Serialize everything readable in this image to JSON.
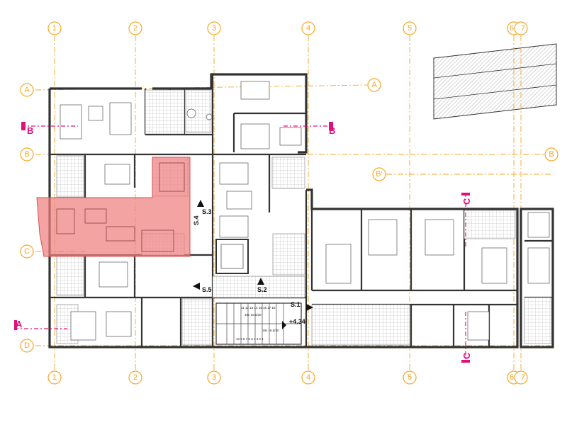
{
  "axes": {
    "vertical": [
      {
        "label": "1"
      },
      {
        "label": "2"
      },
      {
        "label": "3"
      },
      {
        "label": "4"
      },
      {
        "label": "5"
      },
      {
        "label": "6"
      },
      {
        "label": "7"
      }
    ],
    "horizontal": [
      {
        "label": "A"
      },
      {
        "label": "B"
      },
      {
        "label": "B'"
      },
      {
        "label": "C"
      },
      {
        "label": "D"
      }
    ]
  },
  "section_cuts": [
    {
      "label": "B"
    },
    {
      "label": "A"
    },
    {
      "label": "C"
    }
  ],
  "stair_labels": {
    "s1": "S.1",
    "s2": "S.2",
    "s3": "S.3",
    "s4": "S.4",
    "s5": "S.5"
  },
  "level": "+4.34",
  "stair_counts": {
    "upper": "11 12 13 14 15 16 17 18",
    "lower": "10 9 8 7 6 5 4 3 2 1",
    "run_upper": "19x 16.5/30",
    "run_lower": "19x 16.5/30"
  },
  "highlight": {
    "color": "#f08080"
  },
  "colors": {
    "axis": "#f5a623",
    "cut": "#e0117f",
    "wall": "#333333"
  }
}
